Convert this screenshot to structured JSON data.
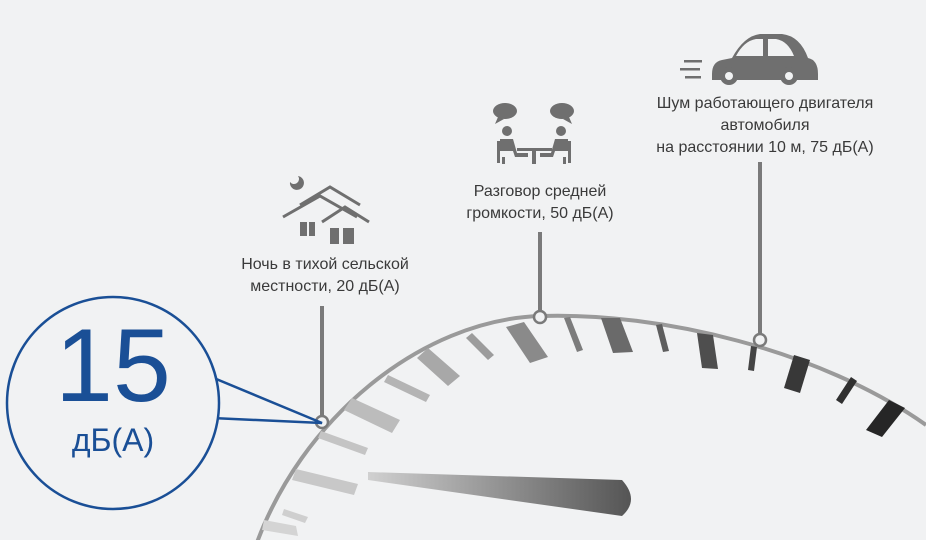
{
  "indicator": {
    "value": "15",
    "unit": "дБ(А)"
  },
  "markers": [
    {
      "id": "night",
      "lines": [
        "Ночь в тихой сельской",
        "местности, 20 дБ(А)"
      ],
      "icon": "house-moon-icon",
      "level_db": 20
    },
    {
      "id": "talk",
      "lines": [
        "Разговор средней",
        "громкости, 50 дБ(А)"
      ],
      "icon": "conversation-icon",
      "level_db": 50
    },
    {
      "id": "car",
      "lines": [
        "Шум работающего двигателя",
        "автомобиля",
        "на расстоянии 10 м, 75 дБ(А)"
      ],
      "icon": "car-icon",
      "level_db": 75
    }
  ],
  "colors": {
    "background": "#f1f2f3",
    "accent": "#1a4f96",
    "pointer": "#6b6b6b",
    "gray": "#8c8c8c",
    "dark": "#2b2b2b"
  }
}
